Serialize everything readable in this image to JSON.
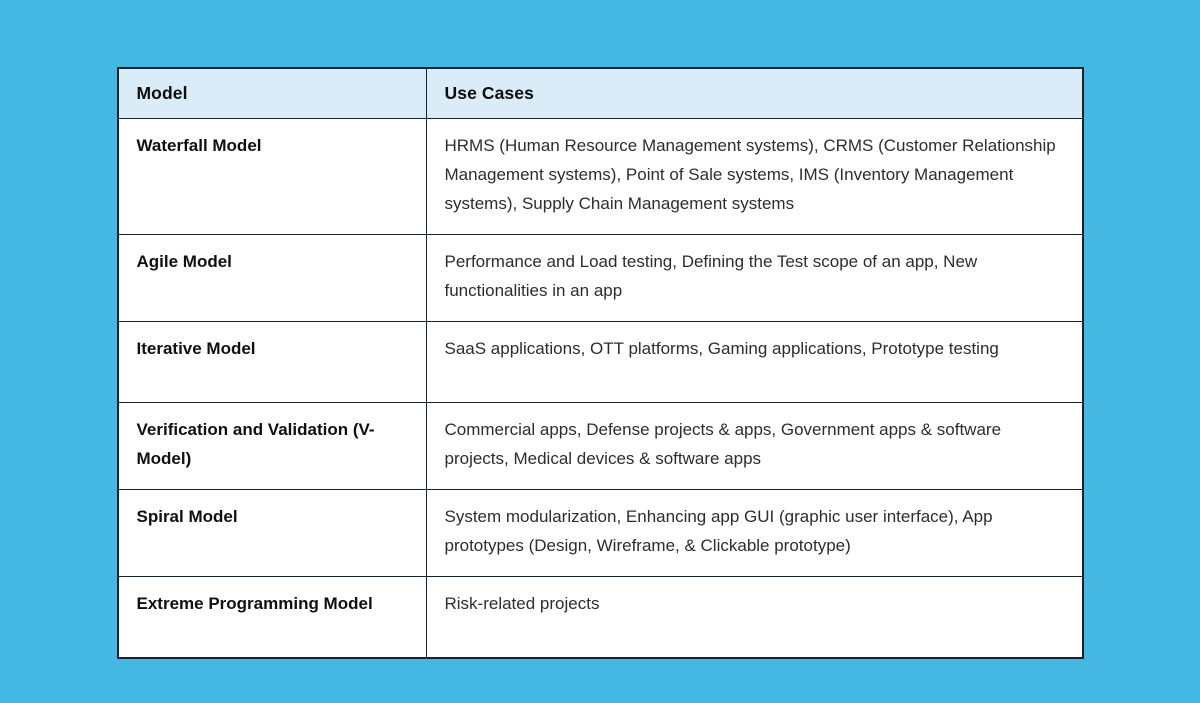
{
  "colors": {
    "page_background": "#45b7e3",
    "header_background": "#d9ecf7",
    "row_background": "#ffffff",
    "border": "#10232e",
    "header_text": "#0d0d0d",
    "model_text": "#101010",
    "use_case_text": "#2d2d2d"
  },
  "table": {
    "headers": {
      "model": "Model",
      "use_cases": "Use Cases"
    },
    "rows": [
      {
        "model": "Waterfall Model",
        "use_cases": "HRMS (Human Resource Management systems), CRMS (Customer Relationship Management systems), Point of Sale systems, IMS (Inventory Management systems), Supply Chain Management systems"
      },
      {
        "model": "Agile Model",
        "use_cases": "Performance and Load testing, Defining the Test scope of an app, New functionalities in an app"
      },
      {
        "model": "Iterative Model",
        "use_cases": "SaaS applications, OTT platforms, Gaming applications, Prototype testing"
      },
      {
        "model": "Verification and Validation (V-Model)",
        "use_cases": "Commercial apps, Defense projects & apps, Government apps & software projects, Medical devices & software apps"
      },
      {
        "model": "Spiral Model",
        "use_cases": "System modularization, Enhancing app GUI (graphic user interface), App prototypes (Design, Wireframe, & Clickable prototype)"
      },
      {
        "model": "Extreme Programming Model",
        "use_cases": "Risk-related projects"
      }
    ]
  }
}
